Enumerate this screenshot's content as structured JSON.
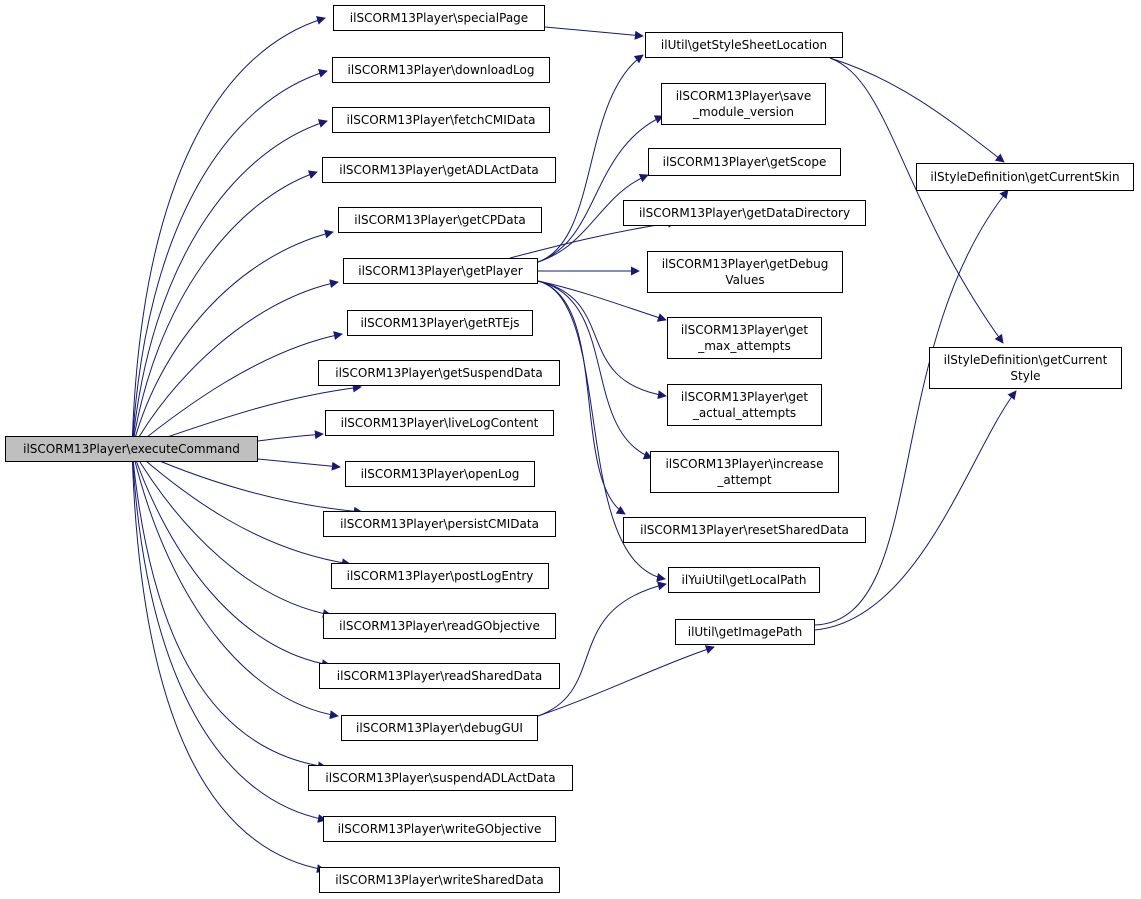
{
  "nodes": {
    "executeCommand": "ilSCORM13Player\\executeCommand",
    "specialPage": "ilSCORM13Player\\specialPage",
    "downloadLog": "ilSCORM13Player\\downloadLog",
    "fetchCMIData": "ilSCORM13Player\\fetchCMIData",
    "getADLActData": "ilSCORM13Player\\getADLActData",
    "getCPData": "ilSCORM13Player\\getCPData",
    "getPlayer": "ilSCORM13Player\\getPlayer",
    "getRTEjs": "ilSCORM13Player\\getRTEjs",
    "getSuspendData": "ilSCORM13Player\\getSuspendData",
    "liveLogContent": "ilSCORM13Player\\liveLogContent",
    "openLog": "ilSCORM13Player\\openLog",
    "persistCMIData": "ilSCORM13Player\\persistCMIData",
    "postLogEntry": "ilSCORM13Player\\postLogEntry",
    "readGObjective": "ilSCORM13Player\\readGObjective",
    "readSharedData": "ilSCORM13Player\\readSharedData",
    "debugGUI": "ilSCORM13Player\\debugGUI",
    "suspendADLActData": "ilSCORM13Player\\suspendADLActData",
    "writeGObjective": "ilSCORM13Player\\writeGObjective",
    "writeSharedData": "ilSCORM13Player\\writeSharedData",
    "getStyleSheetLocation": "ilUtil\\getStyleSheetLocation",
    "save_module_version": "ilSCORM13Player\\save\n_module_version",
    "getScope": "ilSCORM13Player\\getScope",
    "getDataDirectory": "ilSCORM13Player\\getDataDirectory",
    "getDebugValues": "ilSCORM13Player\\getDebug\nValues",
    "get_max_attempts": "ilSCORM13Player\\get\n_max_attempts",
    "get_actual_attempts": "ilSCORM13Player\\get\n_actual_attempts",
    "increase_attempt": "ilSCORM13Player\\increase\n_attempt",
    "resetSharedData": "ilSCORM13Player\\resetSharedData",
    "getLocalPath": "ilYuiUtil\\getLocalPath",
    "getImagePath": "ilUtil\\getImagePath",
    "getCurrentSkin": "ilStyleDefinition\\getCurrentSkin",
    "getCurrentStyle": "ilStyleDefinition\\getCurrent\nStyle"
  },
  "colors": {
    "edge": "#191970",
    "focus_fill": "#bfbfbf",
    "node_fill": "#ffffff",
    "border": "#000000"
  }
}
